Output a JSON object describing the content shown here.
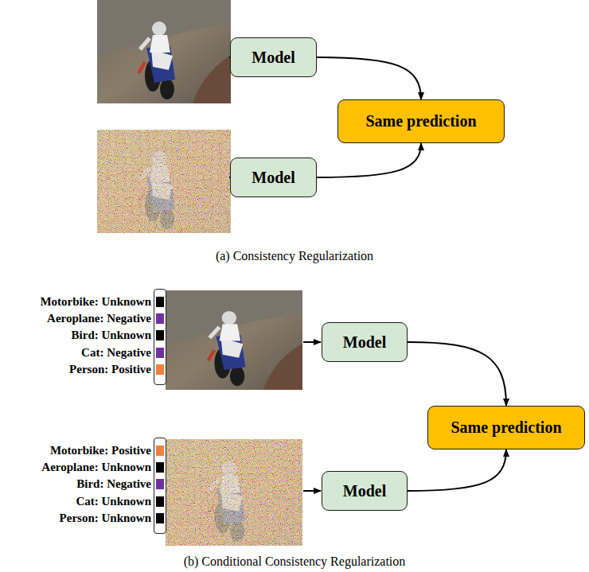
{
  "diagram": {
    "nodes": [
      {
        "text": [
          "Model"
        ]
      },
      {
        "text": [
          "Model"
        ]
      },
      {
        "text": [
          "Same prediction"
        ]
      },
      {
        "text": [
          "Model"
        ]
      },
      {
        "text": [
          "Model"
        ]
      },
      {
        "text": [
          "Same prediction"
        ]
      }
    ],
    "edges": [
      {
        "from": 0,
        "to": 2,
        "arrow": "to"
      },
      {
        "from": 1,
        "to": 2,
        "arrow": "to"
      },
      {
        "from": 3,
        "to": 5,
        "arrow": "to"
      },
      {
        "from": 4,
        "to": 5,
        "arrow": "to"
      }
    ],
    "labels": [
      "(a) Consistency Regularization",
      "Motorbike: Unknown",
      "Aeroplane: Negative",
      "Bird: Unknown",
      "Cat: Negative",
      "Person: Positive",
      "Motorbike: Positive",
      "Aeroplane: Unknown",
      "Bird: Negative",
      "Cat: Unknown",
      "Person: Unknown",
      "(b) Conditional Consistency Regularization"
    ]
  }
}
